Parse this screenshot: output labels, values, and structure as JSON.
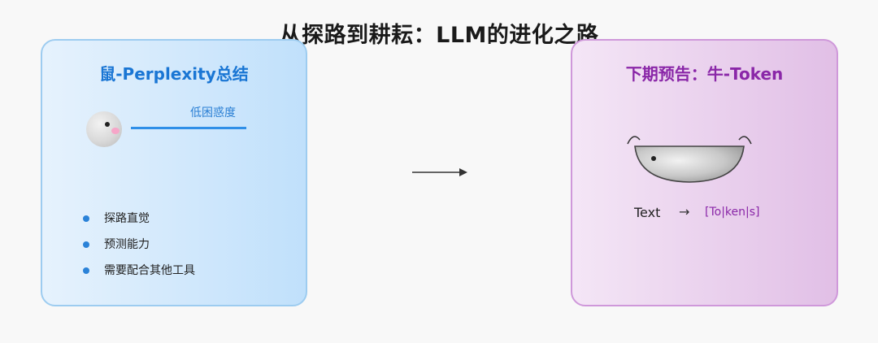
{
  "title": "从探路到耕耘：LLM的进化之路",
  "left_card": {
    "title": "鼠-Perplexity总结",
    "perplexity_label": "低困惑度",
    "bullets": [
      "探路直觉",
      "预测能力",
      "需要配合其他工具"
    ]
  },
  "right_card": {
    "title": "下期预告：牛-Token",
    "example_text": "Text",
    "arrow_glyph": "→",
    "tokenized": "[To|ken|s]"
  },
  "colors": {
    "left_accent": "#1a76d4",
    "right_accent": "#8a27a8",
    "left_border": "#9dccf0",
    "right_border": "#cf98da"
  }
}
